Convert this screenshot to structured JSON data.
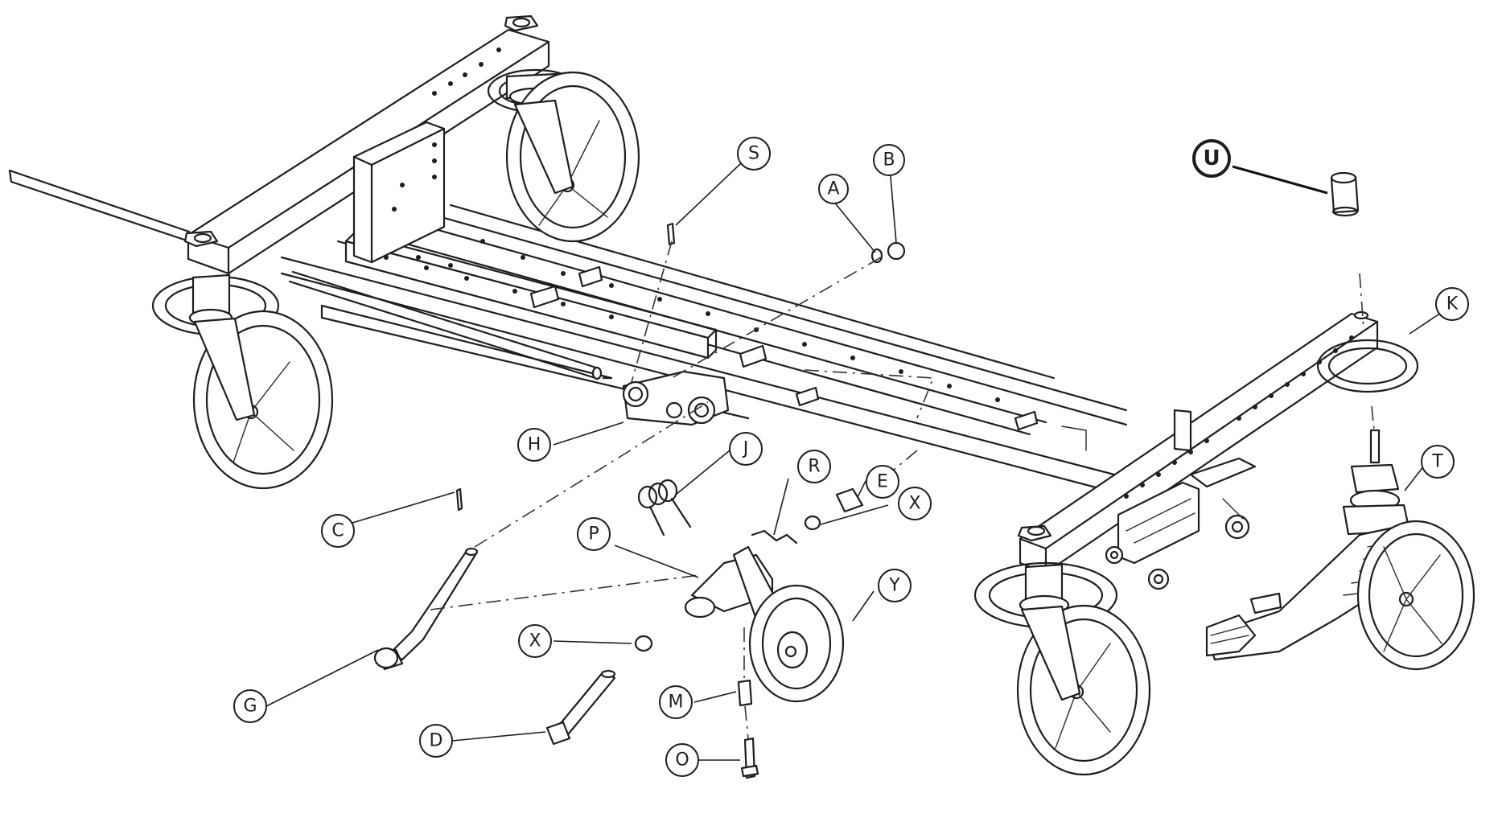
{
  "callouts": [
    {
      "id": "S",
      "label": "S"
    },
    {
      "id": "A",
      "label": "A"
    },
    {
      "id": "B",
      "label": "B"
    },
    {
      "id": "U",
      "label": "U",
      "emphasis": true
    },
    {
      "id": "K",
      "label": "K"
    },
    {
      "id": "H",
      "label": "H"
    },
    {
      "id": "J",
      "label": "J"
    },
    {
      "id": "R",
      "label": "R"
    },
    {
      "id": "E",
      "label": "E"
    },
    {
      "id": "X1",
      "label": "X"
    },
    {
      "id": "T",
      "label": "T"
    },
    {
      "id": "C",
      "label": "C"
    },
    {
      "id": "P",
      "label": "P"
    },
    {
      "id": "Y",
      "label": "Y"
    },
    {
      "id": "X2",
      "label": "X"
    },
    {
      "id": "G",
      "label": "G"
    },
    {
      "id": "M",
      "label": "M"
    },
    {
      "id": "D",
      "label": "D"
    },
    {
      "id": "O",
      "label": "O"
    }
  ],
  "colors": {
    "ink": "#1e1e1e",
    "paper": "#ffffff"
  }
}
